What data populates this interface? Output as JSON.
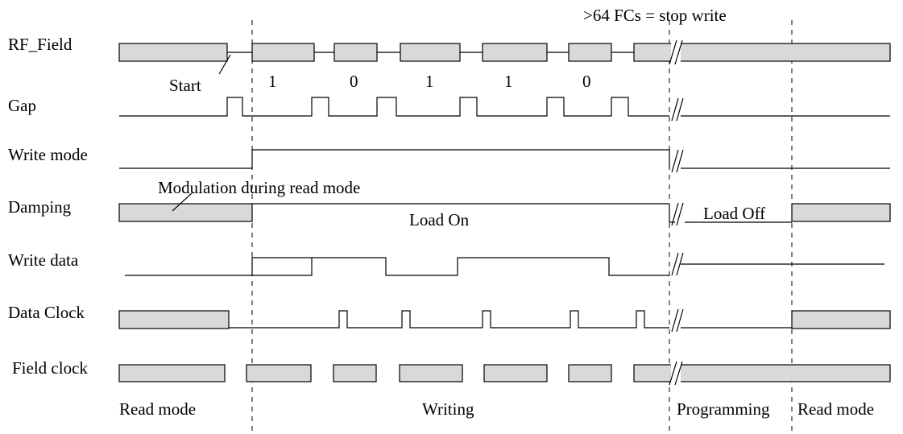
{
  "signals": [
    {
      "id": "rf-field",
      "label": "RF_Field"
    },
    {
      "id": "gap",
      "label": "Gap"
    },
    {
      "id": "write-mode",
      "label": "Write mode"
    },
    {
      "id": "damping",
      "label": "Damping"
    },
    {
      "id": "write-data",
      "label": "Write data"
    },
    {
      "id": "data-clock",
      "label": "Data Clock"
    },
    {
      "id": "field-clock",
      "label": "Field clock"
    }
  ],
  "annotations": {
    "stop_write": ">64 FCs = stop write",
    "start": "Start",
    "modulation": "Modulation during read mode",
    "load_on": "Load On",
    "load_off": "Load Off"
  },
  "bits": [
    "1",
    "0",
    "1",
    "1",
    "0"
  ],
  "phases": {
    "read_mode_1": "Read mode",
    "writing": "Writing",
    "programming": "Programming",
    "read_mode_2": "Read mode"
  },
  "colors": {
    "box_fill": "#d9d9d9",
    "line": "#000000"
  }
}
